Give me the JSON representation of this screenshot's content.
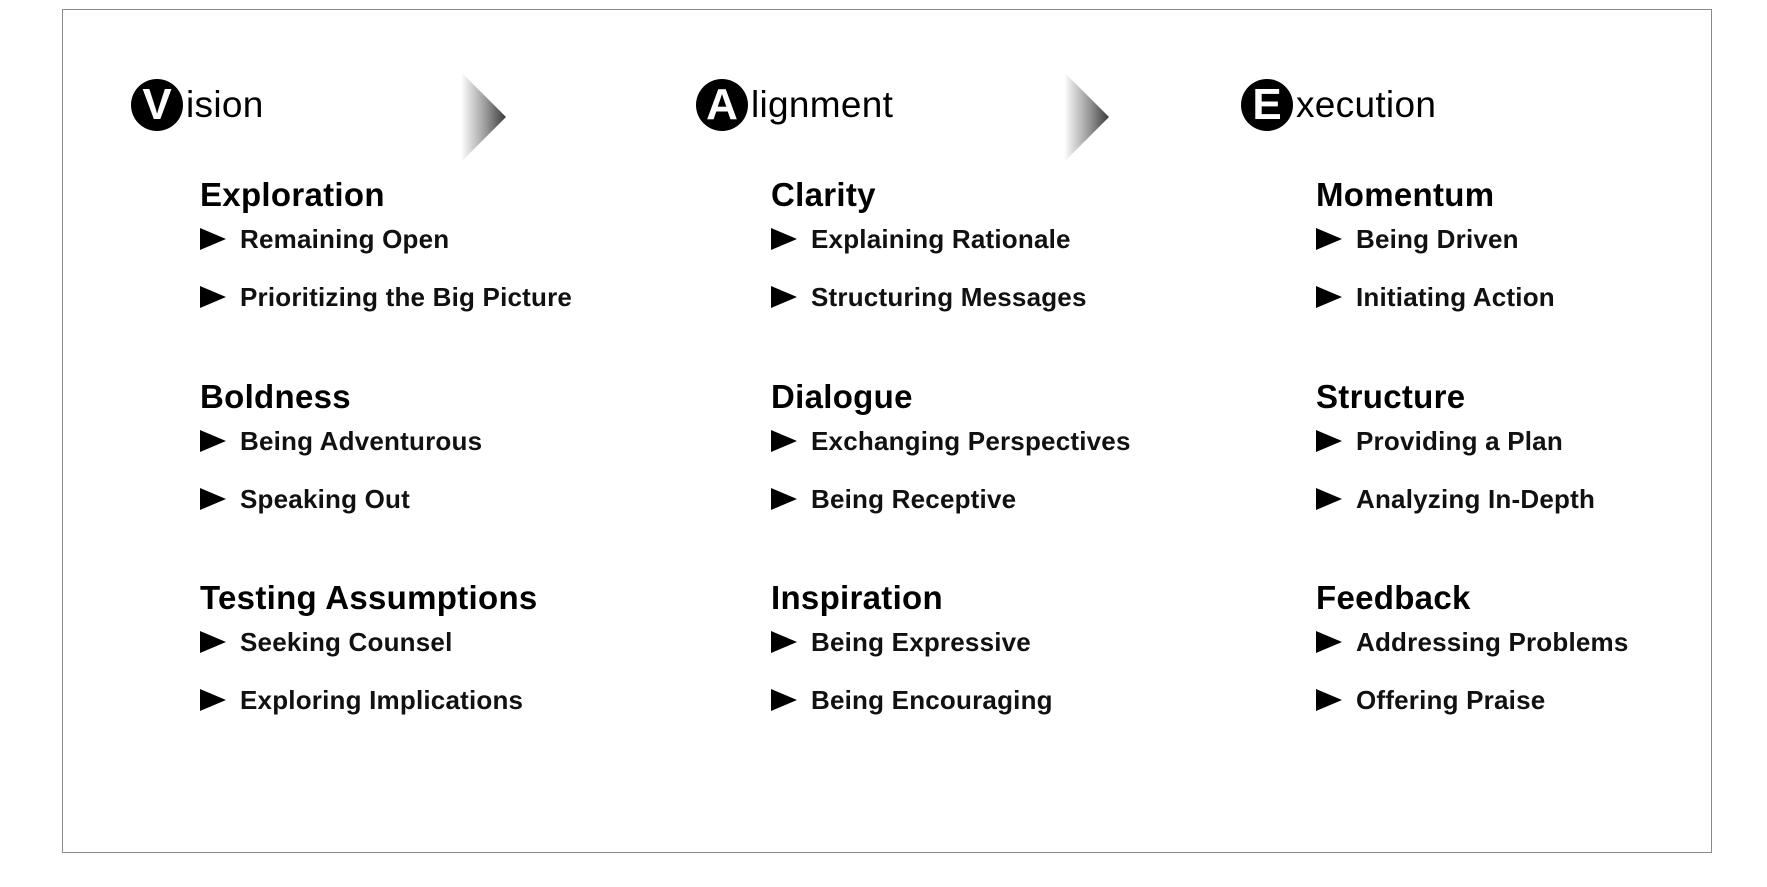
{
  "columns": [
    {
      "letter": "V",
      "rest": "ision",
      "groups": [
        {
          "title": "Exploration",
          "items": [
            "Remaining Open",
            "Prioritizing the Big Picture"
          ]
        },
        {
          "title": "Boldness",
          "items": [
            "Being Adventurous",
            "Speaking Out"
          ]
        },
        {
          "title": "Testing Assumptions",
          "items": [
            "Seeking Counsel",
            "Exploring Implications"
          ]
        }
      ]
    },
    {
      "letter": "A",
      "rest": "lignment",
      "groups": [
        {
          "title": "Clarity",
          "items": [
            "Explaining Rationale",
            "Structuring Messages"
          ]
        },
        {
          "title": "Dialogue",
          "items": [
            "Exchanging Perspectives",
            "Being Receptive"
          ]
        },
        {
          "title": "Inspiration",
          "items": [
            "Being Expressive",
            "Being Encouraging"
          ]
        }
      ]
    },
    {
      "letter": "E",
      "rest": "xecution",
      "groups": [
        {
          "title": "Momentum",
          "items": [
            "Being Driven",
            "Initiating Action"
          ]
        },
        {
          "title": "Structure",
          "items": [
            "Providing a Plan",
            "Analyzing In-Depth"
          ]
        },
        {
          "title": "Feedback",
          "items": [
            "Addressing Problems",
            "Offering Praise"
          ]
        }
      ]
    }
  ]
}
